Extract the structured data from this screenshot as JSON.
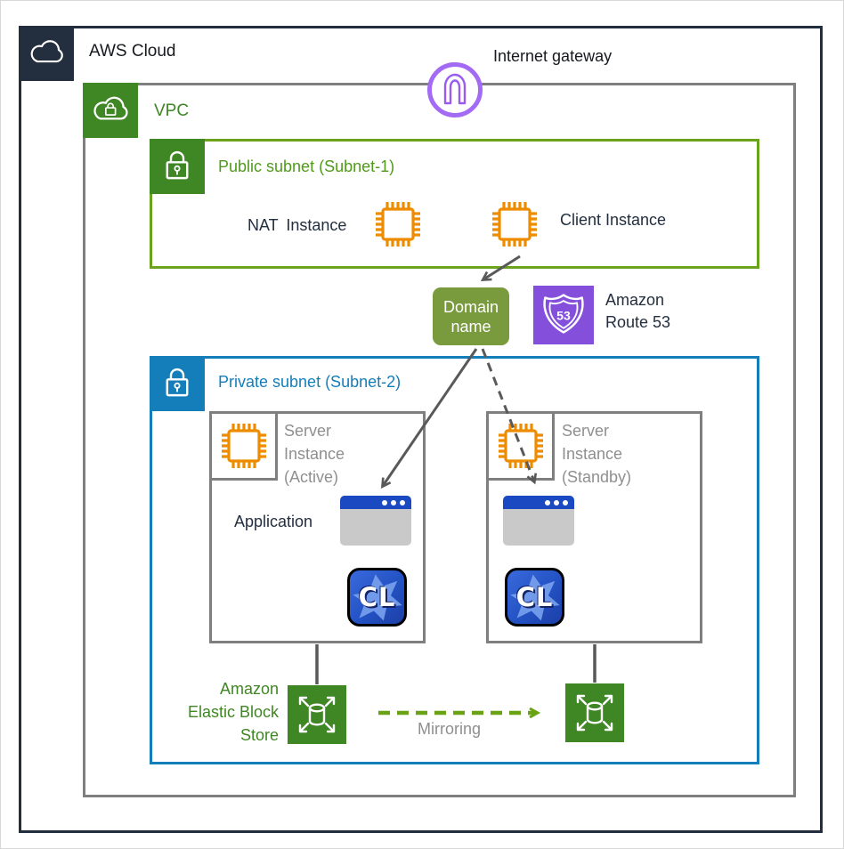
{
  "aws_cloud": {
    "label": "AWS Cloud"
  },
  "internet_gateway": {
    "label": "Internet gateway"
  },
  "vpc": {
    "label": "VPC"
  },
  "public_subnet": {
    "label": "Public subnet (Subnet-1)",
    "nat_instance": "NAT Instance",
    "client_instance": "Client Instance"
  },
  "routing": {
    "domain_name": "Domain name",
    "route53": "Amazon Route 53",
    "route53_shield": "53"
  },
  "private_subnet": {
    "label": "Private subnet (Subnet-2)",
    "server_active": "Server Instance (Active)",
    "server_standby": "Server Instance (Standby)",
    "application": "Application",
    "cl_badge": "CL",
    "ebs": "Amazon Elastic Block Store",
    "mirroring": "Mirroring"
  },
  "colors": {
    "aws_dark": "#232f3e",
    "vpc_green": "#3f8624",
    "public_subnet_border": "#6ba21e",
    "public_subnet_text": "#4f9a1c",
    "private_subnet_blue": "#147eba",
    "instance_orange": "#ed8c00",
    "internet_gateway_purple": "#a36bf5",
    "route53_purple": "#8450db",
    "domain_olive": "#7a9a3e",
    "group_gray": "#7f7f7f",
    "muted_text_gray": "#8f8f8f",
    "window_blue": "#1b49c2",
    "cl_blue": "#2352c4",
    "arrow_gray": "#595959",
    "mirroring_green": "#69a315"
  }
}
